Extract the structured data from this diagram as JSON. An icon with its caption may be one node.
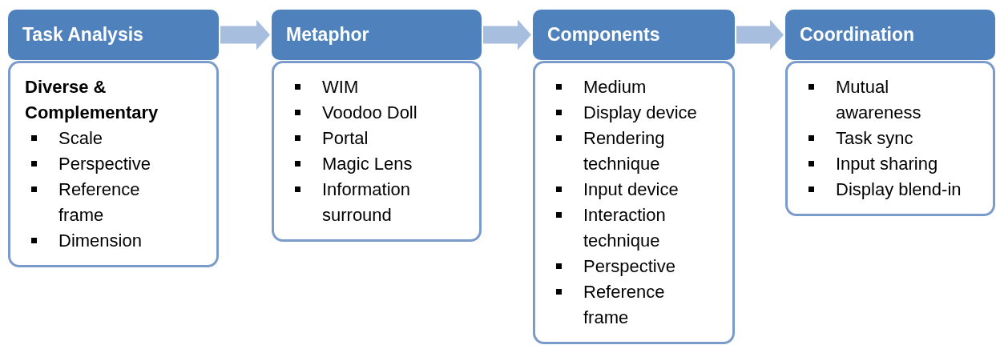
{
  "diagram": {
    "nodes": [
      {
        "text": [
          "Task Analysis"
        ]
      },
      {
        "text": [
          "Diverse & Complementary",
          "Scale",
          "Perspective",
          "Reference frame",
          "Dimension"
        ]
      },
      {
        "text": [
          "Metaphor"
        ]
      },
      {
        "text": [
          "WIM",
          "Voodoo Doll",
          "Portal",
          "Magic Lens",
          "Information surround"
        ]
      },
      {
        "text": [
          "Components"
        ]
      },
      {
        "text": [
          "Medium",
          "Display device",
          "Rendering technique",
          "Input device",
          "Interaction technique",
          "Perspective",
          "Reference frame"
        ]
      },
      {
        "text": [
          "Coordination"
        ]
      },
      {
        "text": [
          "Mutual awareness",
          "Task sync",
          "Input sharing",
          "Display blend-in"
        ]
      }
    ],
    "edges": [
      {
        "from": 0,
        "to": 2,
        "arrow": "to"
      },
      {
        "from": 2,
        "to": 4,
        "arrow": "to"
      },
      {
        "from": 4,
        "to": 6,
        "arrow": "to"
      }
    ]
  }
}
